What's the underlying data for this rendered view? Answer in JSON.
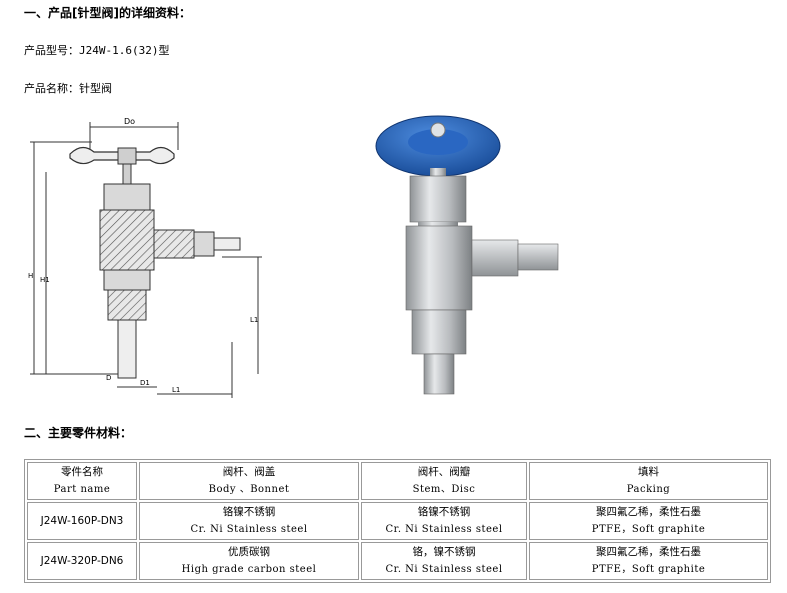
{
  "section1": {
    "title": "一、产品[针型阀]的详细资料：",
    "model_line": "产品型号：J24W-1.6(32)型",
    "name_line": "产品名称：针型阀"
  },
  "drawing": {
    "labels": {
      "do": "Do",
      "h": "H",
      "h1": "H1",
      "l1_vert": "L1",
      "d": "D",
      "d1": "D1",
      "l1_horiz": "L1"
    }
  },
  "section2": {
    "title": "二、主要零件材料："
  },
  "table": {
    "header": [
      {
        "cn": "零件名称",
        "en": "Part name"
      },
      {
        "cn": "阀杆、阀盖",
        "en": "Body 、Bonnet"
      },
      {
        "cn": "阀杆、阀瓣",
        "en": "Stem、Disc"
      },
      {
        "cn": "填料",
        "en": "Packing"
      }
    ],
    "rows": [
      {
        "model": "J24W-160P-DN3",
        "body": {
          "cn": "铬镍不锈钢",
          "en": "Cr. Ni Stainless steel"
        },
        "stem": {
          "cn": "铬镍不锈钢",
          "en": "Cr. Ni Stainless steel"
        },
        "packing": {
          "cn": "聚四氟乙稀，柔性石墨",
          "en": "PTFE，Soft graphite"
        }
      },
      {
        "model": "J24W-320P-DN6",
        "body": {
          "cn": "优质碳钢",
          "en": "High grade carbon steel"
        },
        "stem": {
          "cn": "铬，镍不锈钢",
          "en": "Cr. Ni Stainless steel"
        },
        "packing": {
          "cn": "聚四氟乙稀，柔性石墨",
          "en": "PTFE，Soft graphite"
        }
      }
    ]
  },
  "colors": {
    "handwheel_blue": "#1f5fb8",
    "steel": "#c8cbcf",
    "drawing_line": "#333333"
  }
}
